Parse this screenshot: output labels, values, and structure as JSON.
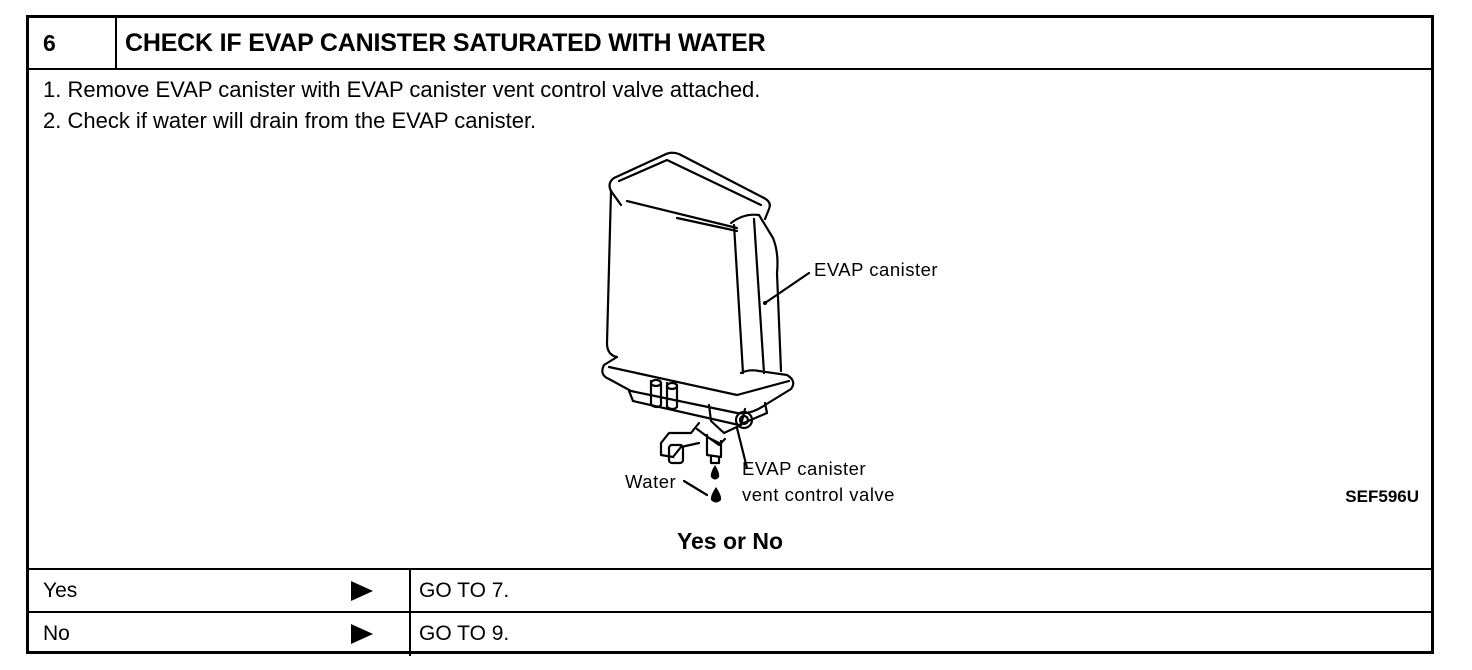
{
  "step": {
    "number": "6",
    "title": "CHECK IF EVAP CANISTER SATURATED WITH WATER"
  },
  "instructions": [
    "1.  Remove EVAP canister with EVAP canister vent control valve attached.",
    "2.  Check if water will drain from the EVAP canister."
  ],
  "figure": {
    "labels": {
      "canister": "EVAP canister",
      "valve_line1": "EVAP canister",
      "valve_line2": "vent control valve",
      "water": "Water"
    },
    "code": "SEF596U"
  },
  "question": "Yes or No",
  "results": [
    {
      "answer": "Yes",
      "action": "GO TO 7."
    },
    {
      "answer": "No",
      "action": "GO TO 9."
    }
  ],
  "icons": {
    "arrow": "right-triangle-icon"
  },
  "colors": {
    "ink": "#000000",
    "paper": "#ffffff"
  }
}
